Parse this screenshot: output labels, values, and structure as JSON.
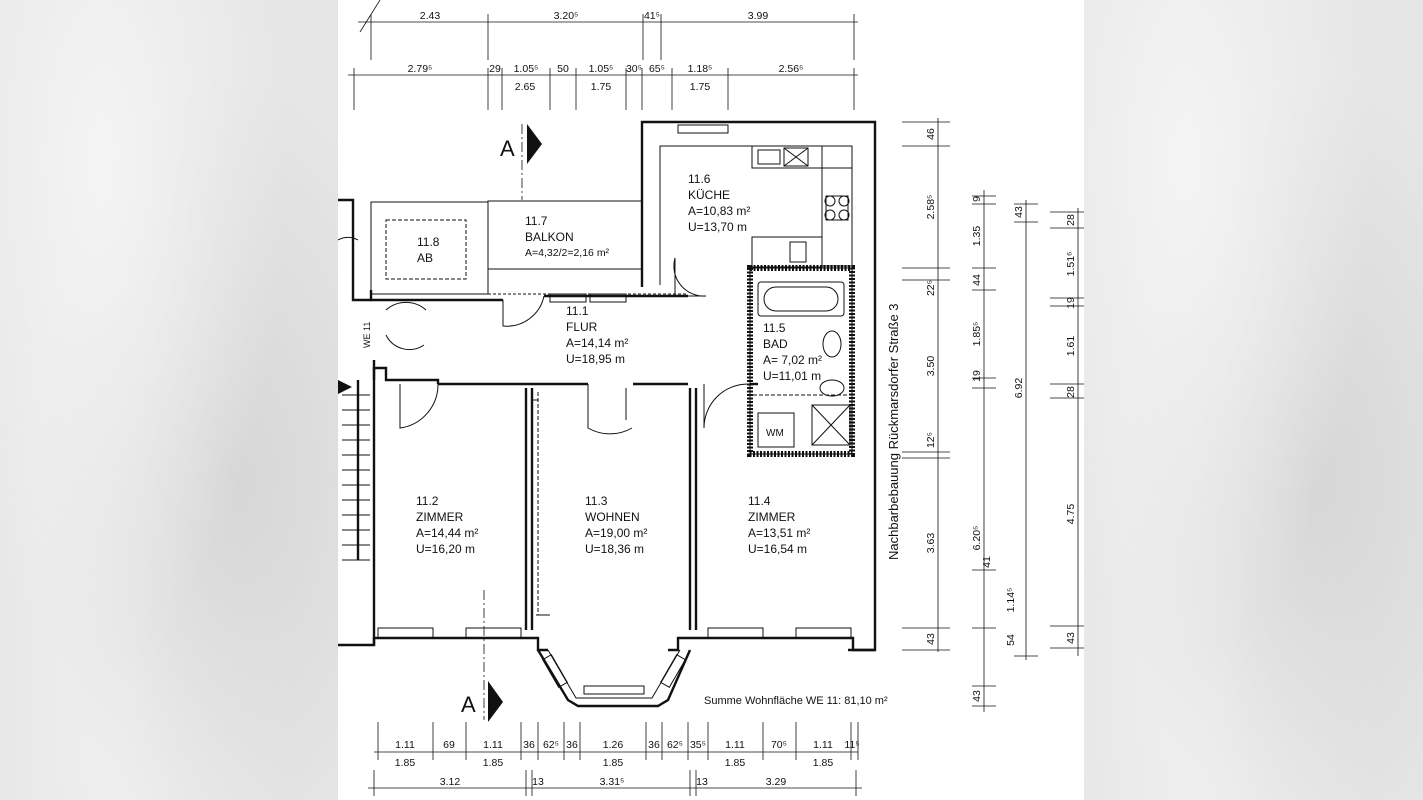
{
  "dims_top_row1": [
    "2.43",
    "3.20⁵",
    "41⁵",
    "3.99"
  ],
  "dims_top_row2a": [
    "2.79⁵",
    "29",
    "1.05⁵",
    "50",
    "1.05⁵",
    "30⁵",
    "65⁵",
    "1.18⁵",
    "2.56⁵"
  ],
  "dims_top_row2b": [
    "2.65",
    "1.75",
    "1.75"
  ],
  "dims_bottom_row1": [
    "1.11",
    "69",
    "1.11",
    "36",
    "62⁵",
    "36",
    "1.26",
    "36",
    "62⁵",
    "35⁵",
    "1.11",
    "70⁵",
    "1.11",
    "11⁵"
  ],
  "dims_bottom_row2": [
    "1.85",
    "1.85",
    "1.85",
    "1.85",
    "1.85"
  ],
  "dims_bottom_row3": [
    "3.12",
    "13",
    "3.31⁵",
    "13",
    "3.29"
  ],
  "dims_right_col1": [
    "46",
    "2.58⁵",
    "22⁵",
    "3.50",
    "12⁵",
    "3.63",
    "43"
  ],
  "dims_right_col2": [
    "9",
    "1.35",
    "44",
    "1.85⁵",
    "19",
    "6.20⁵",
    "41",
    "1.14⁵",
    "54",
    "43"
  ],
  "dims_right_col3": [
    "43",
    "6.92"
  ],
  "dims_right_col4": [
    "28",
    "1.51⁶",
    "19",
    "1.61",
    "28",
    "4.75",
    "43"
  ],
  "rooms": {
    "kueche": {
      "num": "11.6",
      "name": "KÜCHE",
      "area": "A=10,83 m²",
      "perim": "U=13,70 m"
    },
    "balkon": {
      "num": "11.7",
      "name": "BALKON",
      "area": "A=4,32/2=2,16 m²"
    },
    "ab": {
      "num": "11.8",
      "name": "AB"
    },
    "flur": {
      "num": "11.1",
      "name": "FLUR",
      "area": "A=14,14 m²",
      "perim": "U=18,95 m"
    },
    "bad": {
      "num": "11.5",
      "name": "BAD",
      "area": "A= 7,02 m²",
      "perim": "U=11,01 m"
    },
    "zimmer2": {
      "num": "11.2",
      "name": "ZIMMER",
      "area": "A=14,44 m²",
      "perim": "U=16,20 m"
    },
    "wohnen": {
      "num": "11.3",
      "name": "WOHNEN",
      "area": "A=19,00 m²",
      "perim": "U=18,36 m"
    },
    "zimmer4": {
      "num": "11.4",
      "name": "ZIMMER",
      "area": "A=13,51 m²",
      "perim": "U=16,54 m"
    }
  },
  "wm_label": "WM",
  "we_label": "WE 11",
  "section_label": "A",
  "street_label": "Nachbarbebauung  Rückmarsdorfer  Straße  3",
  "summary": "Summe Wohnfläche WE 11: 81,10 m²"
}
